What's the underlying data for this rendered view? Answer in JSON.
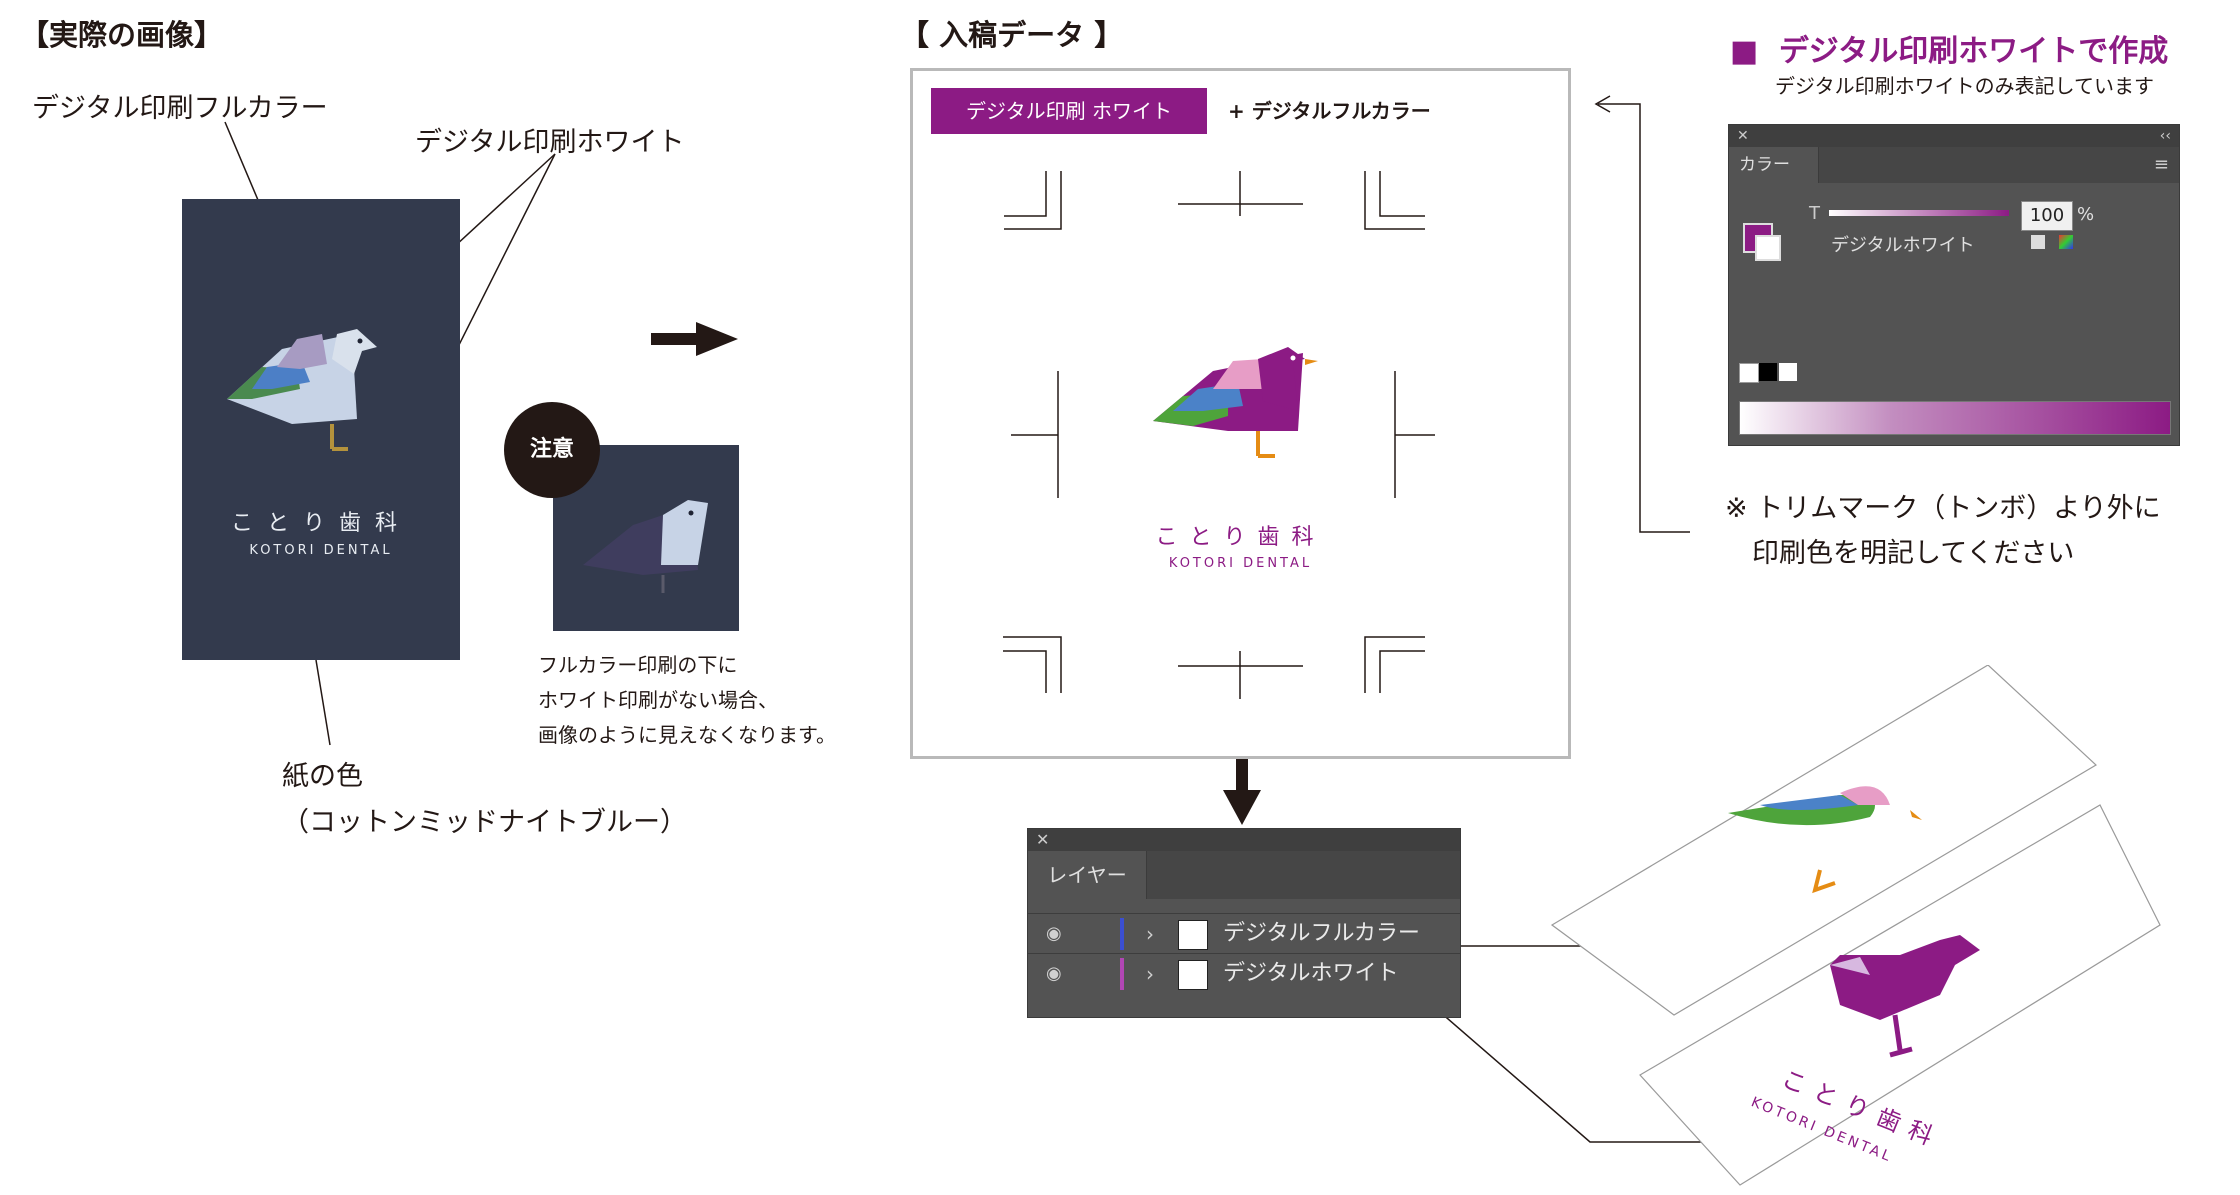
{
  "left_section": {
    "heading": "【実際の画像】",
    "label_fullcolor": "デジタル印刷フルカラー",
    "label_white": "デジタル印刷ホワイト",
    "card_title": "ことり歯科",
    "card_subtitle": "KOTORI DENTAL",
    "paper_label": "紙の色",
    "paper_name": "（コットンミッドナイトブルー）",
    "caution_badge": "注意",
    "caution_lines": [
      "フルカラー印刷の下に",
      "ホワイト印刷がない場合、",
      "画像のように見えなくなります。"
    ]
  },
  "center_section": {
    "heading": "【 入稿データ 】",
    "tag_white": "デジタル印刷 ホワイト",
    "tag_full": "+ デジタルフルカラー",
    "logo_title": "ことり歯科",
    "logo_subtitle": "KOTORI DENTAL"
  },
  "layers_panel": {
    "tab_label": "レイヤー",
    "layers": [
      {
        "name": "デジタルフルカラー",
        "color": "#3b4fd1"
      },
      {
        "name": "デジタルホワイト",
        "color": "#b146b4"
      }
    ]
  },
  "right_section": {
    "headline_marker": "■",
    "headline": "デジタル印刷ホワイトで作成",
    "headline_sub": "デジタル印刷ホワイトのみ表記しています",
    "color_panel": {
      "tab_label": "カラー",
      "tint_label": "T",
      "swatch_name": "デジタルホワイト",
      "value": "100",
      "unit": "%"
    },
    "trim_note_lines": [
      "※ トリムマーク（トンボ）より外に",
      "　印刷色を明記してください"
    ]
  },
  "colors": {
    "spot_purple": "#8c1b84",
    "paper_navy": "#333a4d",
    "text_dark": "#231815"
  }
}
